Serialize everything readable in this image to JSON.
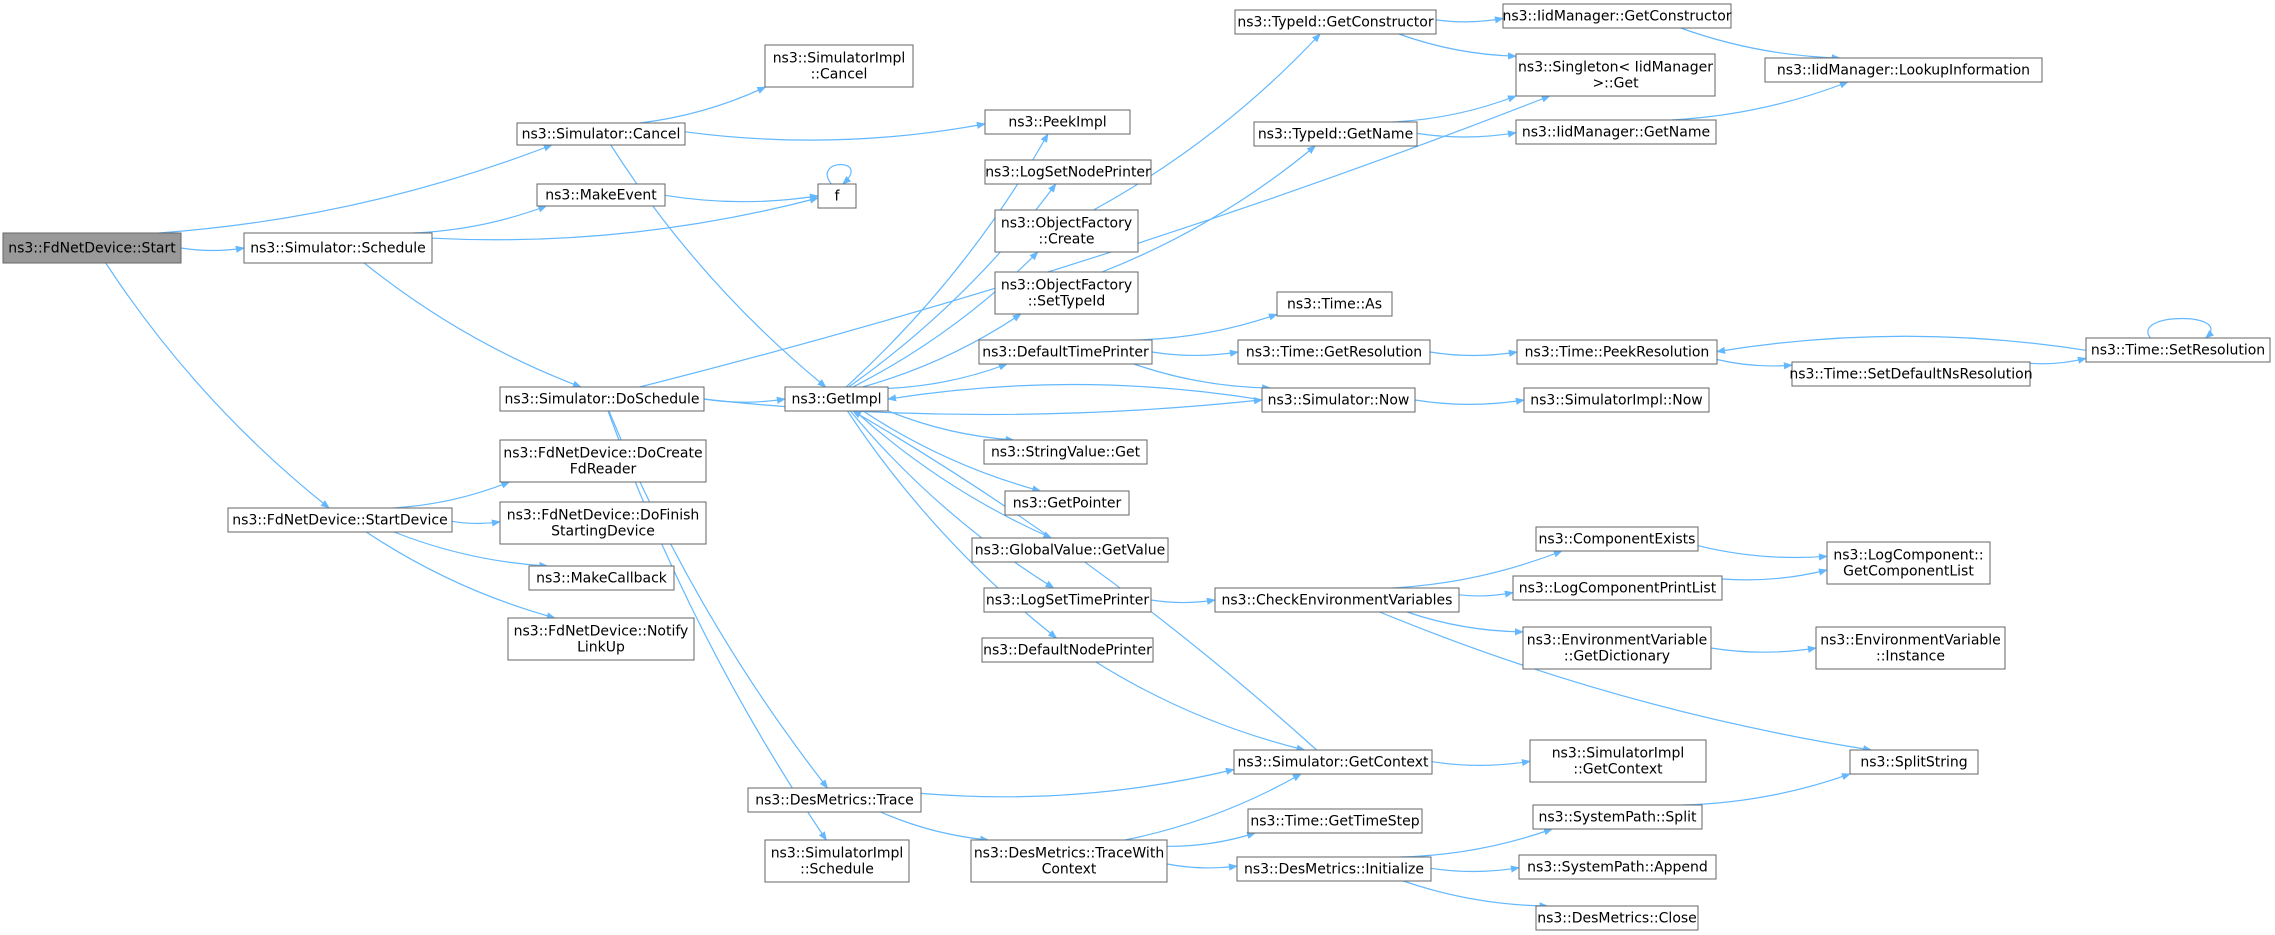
{
  "graph": {
    "nodes": [
      {
        "id": "start",
        "lines": [
          "ns3::FdNetDevice::Start"
        ],
        "root": true
      },
      {
        "id": "cancel",
        "lines": [
          "ns3::Simulator::Cancel"
        ]
      },
      {
        "id": "schedule",
        "lines": [
          "ns3::Simulator::Schedule"
        ]
      },
      {
        "id": "startDevice",
        "lines": [
          "ns3::FdNetDevice::StartDevice"
        ]
      },
      {
        "id": "simImplCancel",
        "lines": [
          "ns3::SimulatorImpl",
          "::Cancel"
        ]
      },
      {
        "id": "makeEvent",
        "lines": [
          "ns3::MakeEvent"
        ]
      },
      {
        "id": "doSchedule",
        "lines": [
          "ns3::Simulator::DoSchedule"
        ]
      },
      {
        "id": "doCreateFdReader",
        "lines": [
          "ns3::FdNetDevice::DoCreate",
          "FdReader"
        ]
      },
      {
        "id": "doFinishStarting",
        "lines": [
          "ns3::FdNetDevice::DoFinish",
          "StartingDevice"
        ]
      },
      {
        "id": "makeCallback",
        "lines": [
          "ns3::MakeCallback"
        ]
      },
      {
        "id": "notifyLinkUp",
        "lines": [
          "ns3::FdNetDevice::Notify",
          "LinkUp"
        ]
      },
      {
        "id": "peekImpl",
        "lines": [
          "ns3::PeekImpl"
        ]
      },
      {
        "id": "f",
        "lines": [
          "f"
        ]
      },
      {
        "id": "getImpl",
        "lines": [
          "ns3::GetImpl"
        ]
      },
      {
        "id": "desTrace",
        "lines": [
          "ns3::DesMetrics::Trace"
        ]
      },
      {
        "id": "simImplSchedule",
        "lines": [
          "ns3::SimulatorImpl",
          "::Schedule"
        ]
      },
      {
        "id": "logSetNodePrinter",
        "lines": [
          "ns3::LogSetNodePrinter"
        ]
      },
      {
        "id": "ofCreate",
        "lines": [
          "ns3::ObjectFactory",
          "::Create"
        ]
      },
      {
        "id": "ofSetTypeId",
        "lines": [
          "ns3::ObjectFactory",
          "::SetTypeId"
        ]
      },
      {
        "id": "defaultTimePrinter",
        "lines": [
          "ns3::DefaultTimePrinter"
        ]
      },
      {
        "id": "stringValueGet",
        "lines": [
          "ns3::StringValue::Get"
        ]
      },
      {
        "id": "getPointer",
        "lines": [
          "ns3::GetPointer"
        ]
      },
      {
        "id": "globalValueGetValue",
        "lines": [
          "ns3::GlobalValue::GetValue"
        ]
      },
      {
        "id": "logSetTimePrinter",
        "lines": [
          "ns3::LogSetTimePrinter"
        ]
      },
      {
        "id": "defaultNodePrinter",
        "lines": [
          "ns3::DefaultNodePrinter"
        ]
      },
      {
        "id": "traceWithContext",
        "lines": [
          "ns3::DesMetrics::TraceWith",
          "Context"
        ]
      },
      {
        "id": "typeIdGetConstructor",
        "lines": [
          "ns3::TypeId::GetConstructor"
        ]
      },
      {
        "id": "typeIdGetName",
        "lines": [
          "ns3::TypeId::GetName"
        ]
      },
      {
        "id": "timeAs",
        "lines": [
          "ns3::Time::As"
        ]
      },
      {
        "id": "timeGetResolution",
        "lines": [
          "ns3::Time::GetResolution"
        ]
      },
      {
        "id": "simNow",
        "lines": [
          "ns3::Simulator::Now"
        ]
      },
      {
        "id": "checkEnvVars",
        "lines": [
          "ns3::CheckEnvironmentVariables"
        ]
      },
      {
        "id": "simGetContext",
        "lines": [
          "ns3::Simulator::GetContext"
        ]
      },
      {
        "id": "timeGetTimeStep",
        "lines": [
          "ns3::Time::GetTimeStep"
        ]
      },
      {
        "id": "desInitialize",
        "lines": [
          "ns3::DesMetrics::Initialize"
        ]
      },
      {
        "id": "iidGetConstructor",
        "lines": [
          "ns3::IidManager::GetConstructor"
        ]
      },
      {
        "id": "singletonGet",
        "lines": [
          "ns3::Singleton< IidManager",
          ">::Get"
        ]
      },
      {
        "id": "iidGetName",
        "lines": [
          "ns3::IidManager::GetName"
        ]
      },
      {
        "id": "timePeekResolution",
        "lines": [
          "ns3::Time::PeekResolution"
        ]
      },
      {
        "id": "simImplNow",
        "lines": [
          "ns3::SimulatorImpl::Now"
        ]
      },
      {
        "id": "componentExists",
        "lines": [
          "ns3::ComponentExists"
        ]
      },
      {
        "id": "logComponentPrintList",
        "lines": [
          "ns3::LogComponentPrintList"
        ]
      },
      {
        "id": "envVarGetDictionary",
        "lines": [
          "ns3::EnvironmentVariable",
          "::GetDictionary"
        ]
      },
      {
        "id": "simImplGetContext",
        "lines": [
          "ns3::SimulatorImpl",
          "::GetContext"
        ]
      },
      {
        "id": "sysPathSplit",
        "lines": [
          "ns3::SystemPath::Split"
        ]
      },
      {
        "id": "sysPathAppend",
        "lines": [
          "ns3::SystemPath::Append"
        ]
      },
      {
        "id": "desClose",
        "lines": [
          "ns3::DesMetrics::Close"
        ]
      },
      {
        "id": "iidLookupInformation",
        "lines": [
          "ns3::IidManager::LookupInformation"
        ]
      },
      {
        "id": "timeSetDefaultNsResolution",
        "lines": [
          "ns3::Time::SetDefaultNsResolution"
        ]
      },
      {
        "id": "timeSetResolution",
        "lines": [
          "ns3::Time::SetResolution"
        ]
      },
      {
        "id": "logComponentGetComponentList",
        "lines": [
          "ns3::LogComponent::",
          "GetComponentList"
        ]
      },
      {
        "id": "envVarInstance",
        "lines": [
          "ns3::EnvironmentVariable",
          "::Instance"
        ]
      },
      {
        "id": "splitString",
        "lines": [
          "ns3::SplitString"
        ]
      }
    ],
    "edges": [
      [
        "start",
        "cancel"
      ],
      [
        "start",
        "schedule"
      ],
      [
        "start",
        "startDevice"
      ],
      [
        "cancel",
        "simImplCancel"
      ],
      [
        "cancel",
        "peekImpl"
      ],
      [
        "cancel",
        "getImpl"
      ],
      [
        "schedule",
        "makeEvent"
      ],
      [
        "schedule",
        "f"
      ],
      [
        "schedule",
        "doSchedule"
      ],
      [
        "makeEvent",
        "f"
      ],
      [
        "f",
        "f"
      ],
      [
        "doSchedule",
        "getImpl"
      ],
      [
        "doSchedule",
        "singletonGet"
      ],
      [
        "doSchedule",
        "simNow"
      ],
      [
        "doSchedule",
        "desTrace"
      ],
      [
        "doSchedule",
        "simImplSchedule"
      ],
      [
        "startDevice",
        "doCreateFdReader"
      ],
      [
        "startDevice",
        "doFinishStarting"
      ],
      [
        "startDevice",
        "makeCallback"
      ],
      [
        "startDevice",
        "notifyLinkUp"
      ],
      [
        "getImpl",
        "peekImpl"
      ],
      [
        "getImpl",
        "logSetNodePrinter"
      ],
      [
        "getImpl",
        "ofCreate"
      ],
      [
        "getImpl",
        "ofSetTypeId"
      ],
      [
        "getImpl",
        "defaultTimePrinter"
      ],
      [
        "getImpl",
        "stringValueGet"
      ],
      [
        "getImpl",
        "getPointer"
      ],
      [
        "getImpl",
        "globalValueGetValue"
      ],
      [
        "getImpl",
        "logSetTimePrinter"
      ],
      [
        "getImpl",
        "defaultNodePrinter"
      ],
      [
        "ofCreate",
        "typeIdGetConstructor"
      ],
      [
        "ofSetTypeId",
        "typeIdGetName"
      ],
      [
        "typeIdGetConstructor",
        "iidGetConstructor"
      ],
      [
        "typeIdGetConstructor",
        "singletonGet"
      ],
      [
        "typeIdGetName",
        "singletonGet"
      ],
      [
        "typeIdGetName",
        "iidGetName"
      ],
      [
        "iidGetConstructor",
        "iidLookupInformation"
      ],
      [
        "iidGetName",
        "iidLookupInformation"
      ],
      [
        "defaultTimePrinter",
        "timeAs"
      ],
      [
        "defaultTimePrinter",
        "timeGetResolution"
      ],
      [
        "defaultTimePrinter",
        "simNow"
      ],
      [
        "timeGetResolution",
        "timePeekResolution"
      ],
      [
        "timePeekResolution",
        "timeSetDefaultNsResolution"
      ],
      [
        "timeSetDefaultNsResolution",
        "timeSetResolution"
      ],
      [
        "timeSetResolution",
        "timePeekResolution"
      ],
      [
        "timeSetResolution",
        "timeSetResolution"
      ],
      [
        "simNow",
        "getImpl"
      ],
      [
        "simNow",
        "simImplNow"
      ],
      [
        "logSetTimePrinter",
        "checkEnvVars"
      ],
      [
        "checkEnvVars",
        "componentExists"
      ],
      [
        "checkEnvVars",
        "logComponentPrintList"
      ],
      [
        "checkEnvVars",
        "envVarGetDictionary"
      ],
      [
        "checkEnvVars",
        "splitString"
      ],
      [
        "componentExists",
        "logComponentGetComponentList"
      ],
      [
        "logComponentPrintList",
        "logComponentGetComponentList"
      ],
      [
        "envVarGetDictionary",
        "envVarInstance"
      ],
      [
        "defaultNodePrinter",
        "simGetContext"
      ],
      [
        "simGetContext",
        "getImpl"
      ],
      [
        "simGetContext",
        "simImplGetContext"
      ],
      [
        "desTrace",
        "simGetContext"
      ],
      [
        "desTrace",
        "traceWithContext"
      ],
      [
        "traceWithContext",
        "simGetContext"
      ],
      [
        "traceWithContext",
        "timeGetTimeStep"
      ],
      [
        "traceWithContext",
        "desInitialize"
      ],
      [
        "desInitialize",
        "sysPathSplit"
      ],
      [
        "desInitialize",
        "sysPathAppend"
      ],
      [
        "desInitialize",
        "desClose"
      ],
      [
        "sysPathSplit",
        "splitString"
      ]
    ]
  }
}
